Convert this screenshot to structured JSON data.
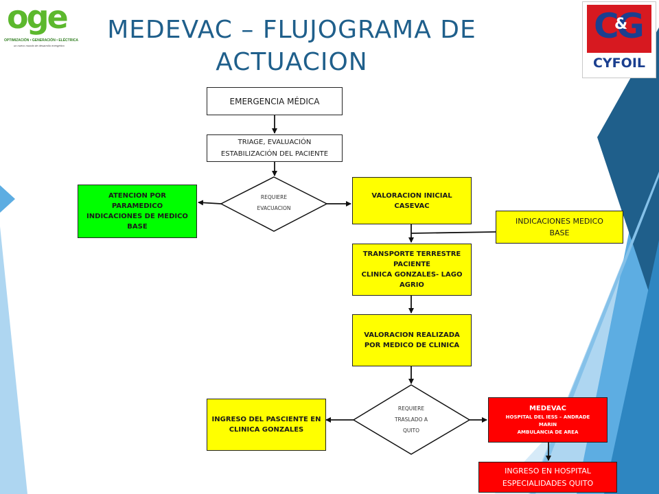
{
  "header": {
    "title_line1": "MEDEVAC – FLUJOGRAMA DE",
    "title_line2": "ACTUACION"
  },
  "logos": {
    "oge": {
      "word": "oge",
      "tagline": "OPTIMIZACIÓN • GENERACIÓN • ELÉCTRICA",
      "subline": "un nuevo mundo de desarrollo energético"
    },
    "cyfoil": {
      "mark": "CG",
      "amp": "&",
      "name": "CYFOIL"
    }
  },
  "flow": {
    "emergencia": "EMERGENCIA MÉDICA",
    "triage": {
      "line1": "TRIAGE, EVALUACIÓN",
      "line2": "ESTABILIZACIÓN DEL PACIENTE"
    },
    "decision_evacuacion": {
      "line1": "REQUIERE",
      "line2": "EVACUACION"
    },
    "paramedico": {
      "line1": "ATENCION POR",
      "line2": "PARAMEDICO",
      "line3": "INDICACIONES DE MEDICO",
      "line4": "BASE"
    },
    "valoracion_inicial": {
      "line1": "VALORACION INICIAL",
      "line2": "CASEVAC"
    },
    "indicaciones_medico": {
      "line1": "INDICACIONES MEDICO",
      "line2": "BASE"
    },
    "transporte": {
      "line1": "TRANSPORTE TERRESTRE",
      "line2": "PACIENTE",
      "line3": "CLINICA GONZALES- LAGO",
      "line4": "AGRIO"
    },
    "valoracion_clinica": {
      "line1": "VALORACION REALIZADA",
      "line2": "POR MEDICO DE CLINICA"
    },
    "decision_traslado": {
      "line1": "REQUIERE",
      "line2": "TRASLADO A",
      "line3": "QUITO"
    },
    "ingreso_clinica": {
      "line1": "INGRESO DEL PASCIENTE EN",
      "line2": "CLINICA GONZALES"
    },
    "medevac": {
      "line1": "MEDEVAC",
      "line2": "HOSPITAL DEL IESS – ANDRADE",
      "line3": "MARIN",
      "line4": "AMBULANCIA DE AREA"
    },
    "ingreso_hospital": {
      "line1": "INGRESO EN HOSPITAL",
      "line2": "ESPECIALIDADES QUITO"
    }
  },
  "colors": {
    "title": "#1f5f8b",
    "yellow": "#ffff00",
    "green": "#00ff00",
    "red": "#ff0000",
    "deco_dark": "#1f5f8b",
    "deco_mid": "#2e86c1",
    "deco_light": "#5dade2"
  }
}
